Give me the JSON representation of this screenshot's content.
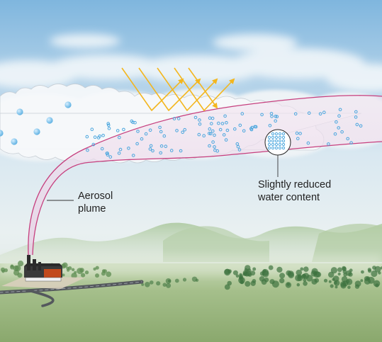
{
  "labels": {
    "plume_line1": "Aerosol",
    "plume_line2": "plume",
    "reduced_line1": "Slightly reduced",
    "reduced_line2": "water content"
  },
  "colors": {
    "sky_top": "#7fb6de",
    "sky_mid": "#cfe3f1",
    "sky_horizon": "#e9f0f2",
    "ground": "#93b07a",
    "hills": "#a9c79a",
    "cloud": "#f3f6f8",
    "plume_fill": "#ead9ea",
    "plume_edge": "#c63f7e",
    "droplet": "#64b6e6",
    "droplet_large": "#84c8ec",
    "sunlight": "#f3b61e",
    "factory": "#3a3a3a",
    "factory_roof": "#c24a1c",
    "road": "#5a5e63"
  },
  "icons": {
    "sun_rays": "sunlight-arrows",
    "factory": "factory-icon"
  }
}
